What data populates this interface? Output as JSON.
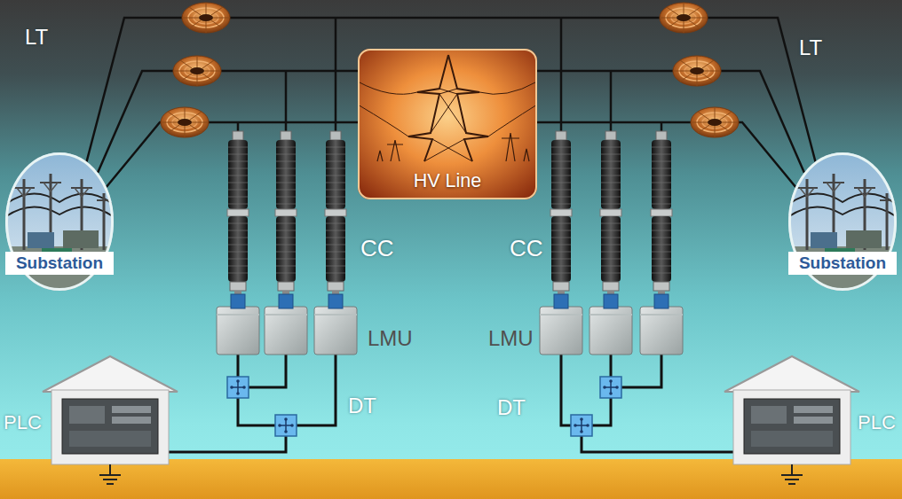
{
  "diagram": {
    "nodes": [
      {
        "text": [
          "HV Line"
        ]
      },
      {
        "text": [
          "Substation"
        ]
      },
      {
        "text": [
          "Substation"
        ]
      },
      {
        "text": [
          "PLC"
        ]
      },
      {
        "text": [
          "PLC"
        ]
      }
    ],
    "edges": [
      {
        "from": 1,
        "to": 0,
        "arrow": "none"
      },
      {
        "from": 0,
        "to": 2,
        "arrow": "none"
      }
    ],
    "labels": [
      "LT",
      "LT",
      "CC",
      "CC",
      "LMU",
      "LMU",
      "DT",
      "DT"
    ]
  }
}
